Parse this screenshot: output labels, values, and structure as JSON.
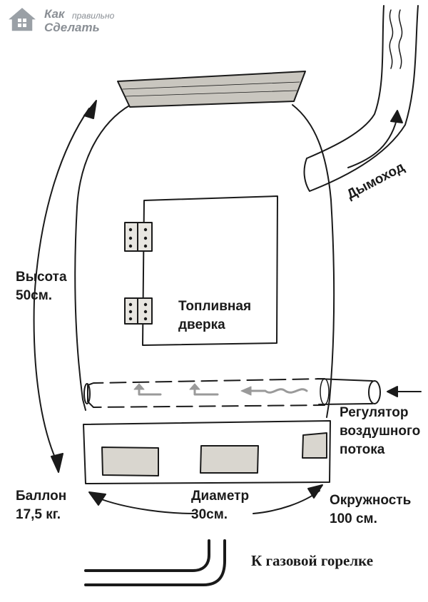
{
  "logo": {
    "line1": "Как",
    "line2": "правильно",
    "line3": "Сделать"
  },
  "labels": {
    "chimney": "Дымоход",
    "fuel_door_1": "Топливная",
    "fuel_door_2": "дверка",
    "height_1": "Высота",
    "height_2": "50см.",
    "regulator_1": "Регулятор",
    "regulator_2": "воздушного",
    "regulator_3": "потока",
    "cylinder_1": "Баллон",
    "cylinder_2": "17,5 кг.",
    "diameter_1": "Диаметр",
    "diameter_2": "30см.",
    "circumference_1": "Окружность",
    "circumference_2": "100 см.",
    "gas_burner": "К газовой горелке"
  },
  "colors": {
    "ink": "#1a1a1a",
    "lid_fill": "#c9c6bf",
    "hinge_fill": "#e8e6e1",
    "window_fill": "#d9d6cf",
    "flow_arrow": "#9a9a9a",
    "logo": "#8a8f95"
  },
  "icons": [
    "house-logo-icon",
    "heat-wave-icon",
    "arrow-head-icon",
    "hinge-icon",
    "flow-arrow-icon"
  ]
}
